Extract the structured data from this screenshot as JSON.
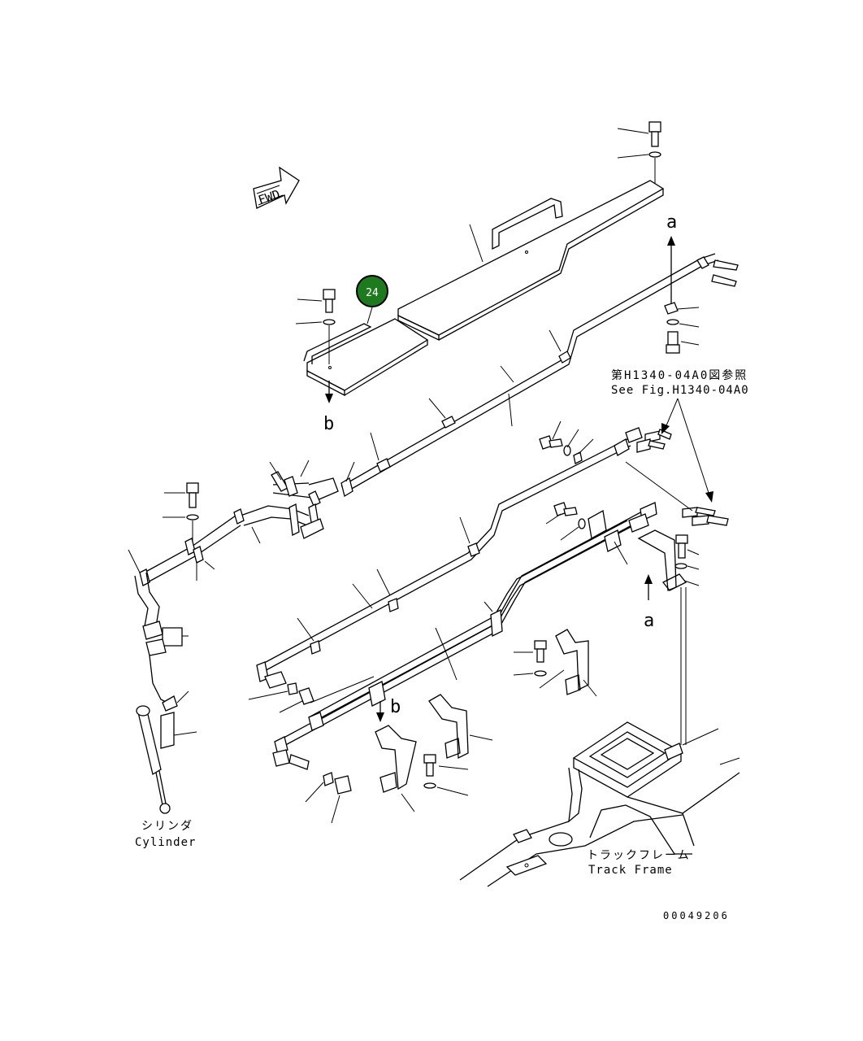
{
  "fwd_label": "FWD",
  "callout_number": "24",
  "callout_color": "#1f7a1f",
  "arrow_labels": {
    "a_top": "a",
    "a_bottom": "a",
    "b_left": "b",
    "b_mid": "b"
  },
  "reference": {
    "jp": "第H1340-04A0図参照",
    "en": "See Fig.H1340-04A0"
  },
  "cylinder": {
    "jp": "シリンダ",
    "en": "Cylinder"
  },
  "track_frame": {
    "jp": "トラックフレーム",
    "en": "Track Frame"
  },
  "drawing_number": "00049206"
}
